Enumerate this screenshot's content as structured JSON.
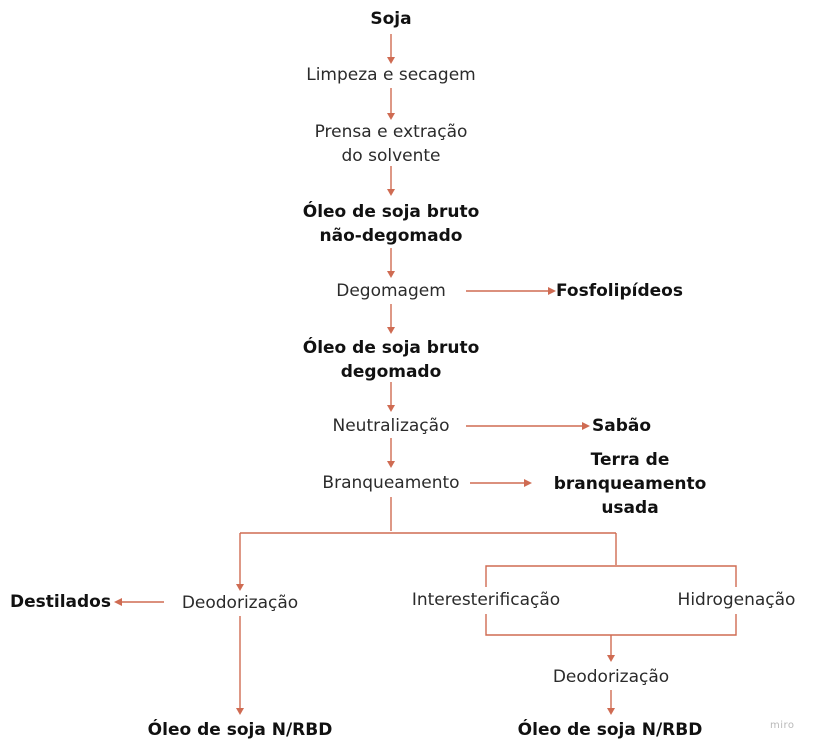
{
  "diagram": {
    "nodes": {
      "soja": "Soja",
      "limpeza": "Limpeza e secagem",
      "prensa_l1": "Prensa e extração",
      "prensa_l2": "do solvente",
      "bruto_nd_l1": "Óleo de soja bruto",
      "bruto_nd_l2": "não-degomado",
      "degomagem": "Degomagem",
      "fosfolipideos": "Fosfolipídeos",
      "bruto_d_l1": "Óleo de soja bruto",
      "bruto_d_l2": "degomado",
      "neutralizacao": "Neutralização",
      "sabao": "Sabão",
      "branqueamento": "Branqueamento",
      "terra_l1": "Terra de",
      "terra_l2": "branqueamento",
      "terra_l3": "usada",
      "destilados": "Destilados",
      "deodorizacao_1": "Deodorização",
      "interesterificacao": "Interesterificação",
      "hidrogenacao": "Hidrogenação",
      "deodorizacao_2": "Deodorização",
      "final_1": "Óleo de soja N/RBD",
      "final_2": "Óleo de soja N/RBD"
    },
    "watermark": "miro",
    "colors": {
      "connector": "#cf6b52",
      "text": "#2b2b2b",
      "bold_text": "#111111",
      "background": "#ffffff"
    }
  }
}
